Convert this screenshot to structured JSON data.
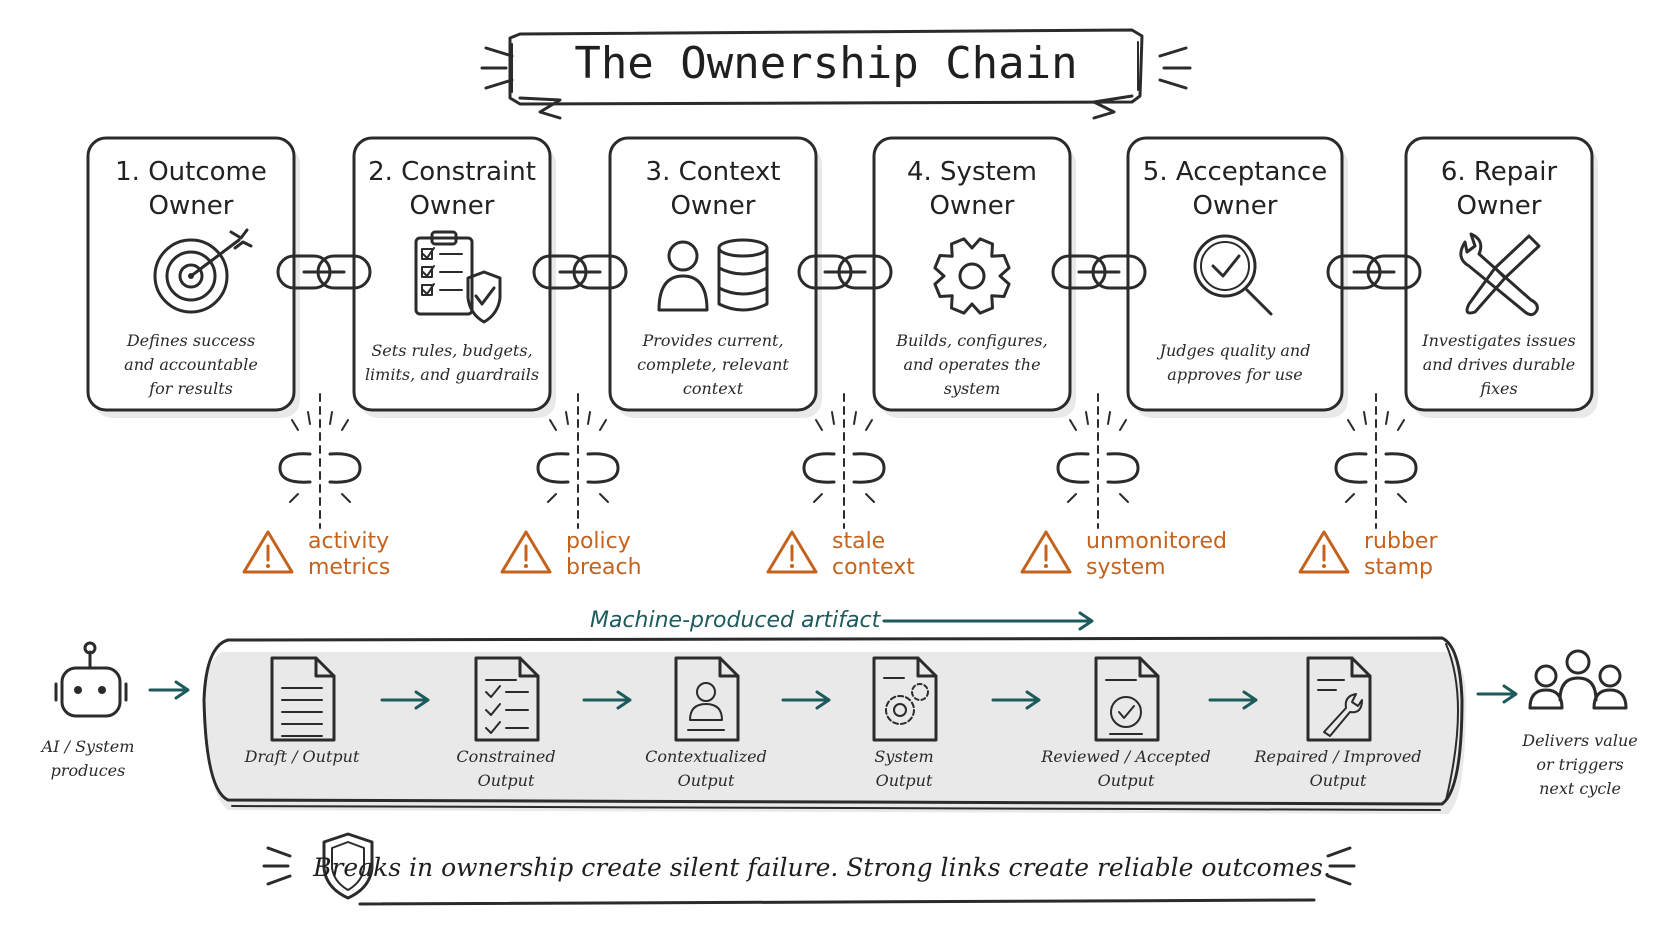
{
  "title": "The Ownership Chain",
  "owners": [
    {
      "line1": "1.  Outcome",
      "line2": "Owner",
      "icon": "target-icon",
      "desc": [
        "Defines success",
        "and accountable",
        "for results"
      ]
    },
    {
      "line1": "2. Constraint",
      "line2": "Owner",
      "icon": "clipboard-shield-icon",
      "desc": [
        "Sets rules, budgets,",
        "limits, and guardrails"
      ]
    },
    {
      "line1": "3.  Context",
      "line2": "Owner",
      "icon": "person-database-icon",
      "desc": [
        "Provides current,",
        "complete, relevant",
        "context"
      ]
    },
    {
      "line1": "4. System",
      "line2": "Owner",
      "icon": "gear-icon",
      "desc": [
        "Builds, configures,",
        "and operates the",
        "system"
      ]
    },
    {
      "line1": "5. Acceptance",
      "line2": "Owner",
      "icon": "magnifier-check-icon",
      "desc": [
        "Judges quality and",
        "approves for use"
      ]
    },
    {
      "line1": "6. Repair",
      "line2": "Owner",
      "icon": "wrench-screwdriver-icon",
      "desc": [
        "Investigates issues",
        "and drives durable",
        "fixes"
      ]
    }
  ],
  "risks": [
    {
      "line1": "activity",
      "line2": "metrics"
    },
    {
      "line1": "policy",
      "line2": "breach"
    },
    {
      "line1": "stale",
      "line2": "context"
    },
    {
      "line1": "unmonitored",
      "line2": "system"
    },
    {
      "line1": "rubber",
      "line2": "stamp"
    }
  ],
  "flow_label": "Machine-produced artifact",
  "source": {
    "line1": "AI / System",
    "line2": "produces",
    "icon": "robot-icon"
  },
  "artifacts": [
    {
      "line1": "Draft / Output",
      "line2": "",
      "icon": "document-lines-icon"
    },
    {
      "line1": "Constrained",
      "line2": "Output",
      "icon": "document-checklist-icon"
    },
    {
      "line1": "Contextualized",
      "line2": "Output",
      "icon": "document-person-icon"
    },
    {
      "line1": "System",
      "line2": "Output",
      "icon": "document-gear-icon"
    },
    {
      "line1": "Reviewed / Accepted",
      "line2": "Output",
      "icon": "document-badge-icon"
    },
    {
      "line1": "Repaired / Improved",
      "line2": "Output",
      "icon": "document-wrench-icon"
    }
  ],
  "destination": {
    "line1": "Delivers value",
    "line2": "or triggers",
    "line3": "next cycle",
    "icon": "people-group-icon"
  },
  "footer": "Breaks in ownership create silent failure. Strong links create reliable outcomes.",
  "colors": {
    "ink": "#2b2b2b",
    "warning": "#c5621c",
    "teal": "#1d5a5c"
  }
}
